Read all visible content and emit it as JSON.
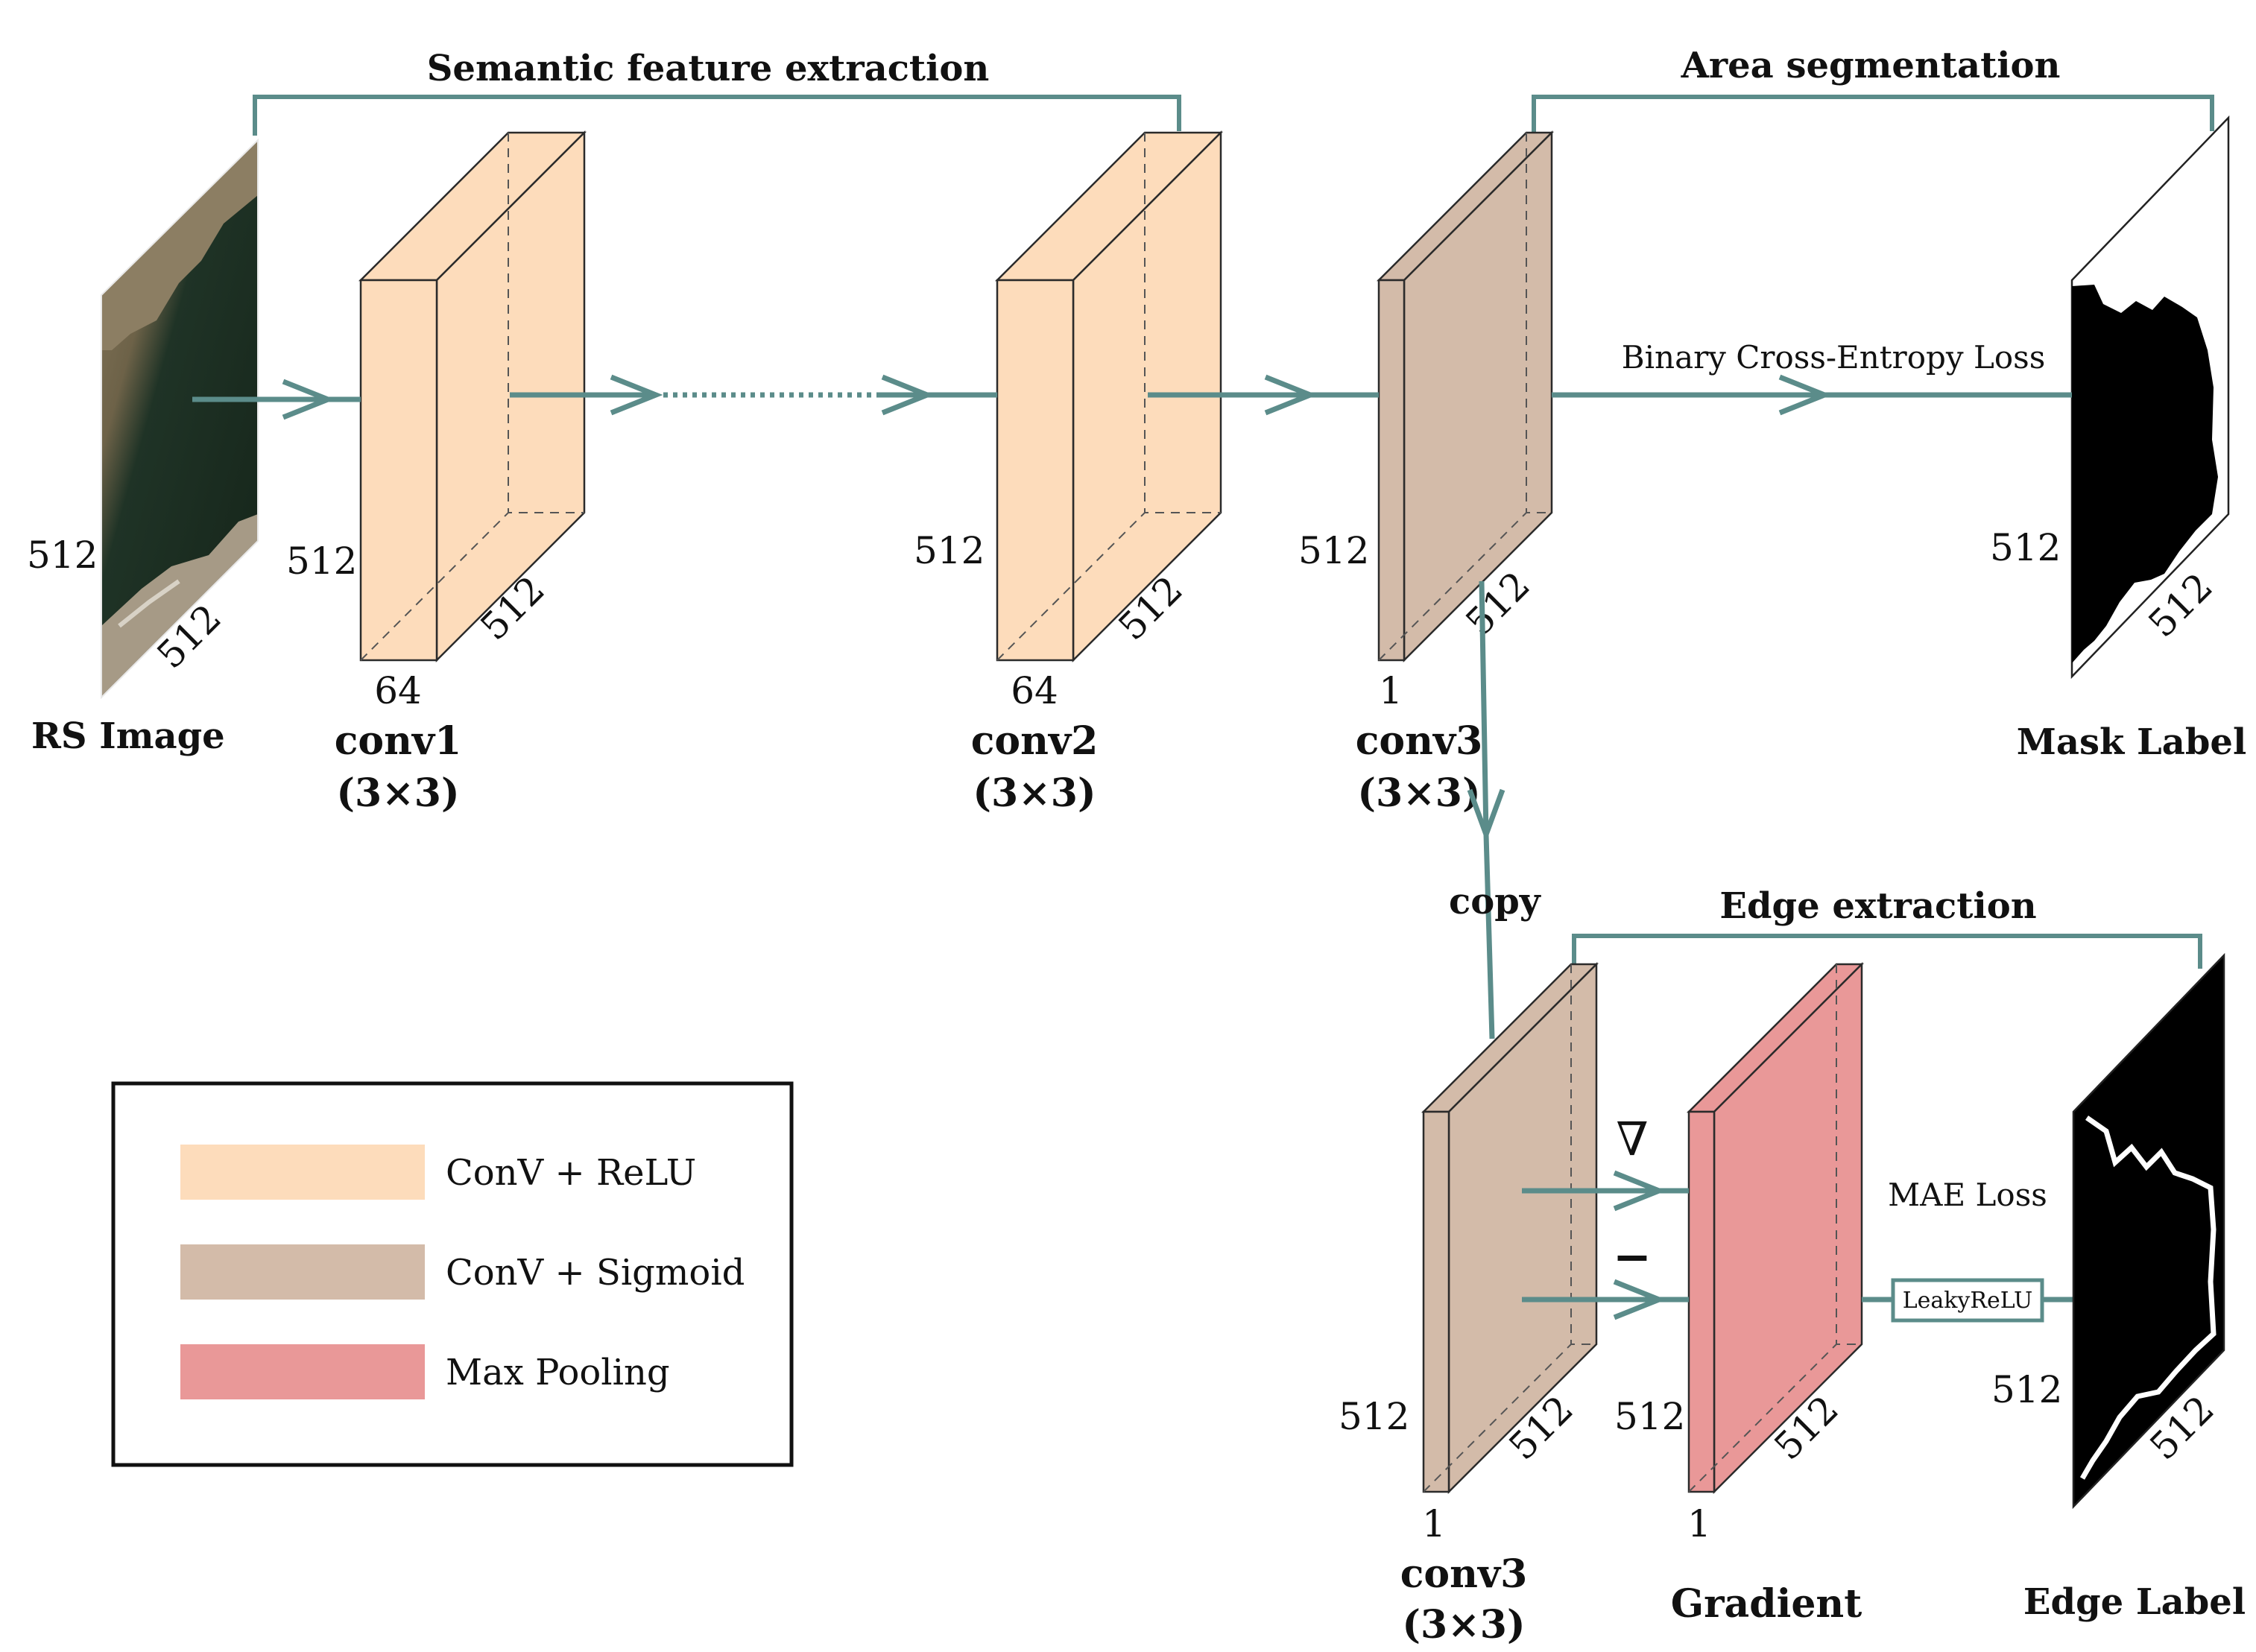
{
  "sections": {
    "semantic": "Semantic feature extraction",
    "area": "Area segmentation",
    "edge": "Edge extraction"
  },
  "inputs": {
    "rs_image": {
      "label": "RS Image",
      "height": "512",
      "width": "512"
    },
    "mask_label": {
      "label": "Mask Label",
      "height": "512",
      "width": "512"
    },
    "edge_label": {
      "label": "Edge Label",
      "height": "512",
      "width": "512"
    }
  },
  "layers": {
    "conv1": {
      "name": "conv1",
      "kernel": "(3×3)",
      "height": "512",
      "width": "512",
      "channels": "64"
    },
    "conv2": {
      "name": "conv2",
      "kernel": "(3×3)",
      "height": "512",
      "width": "512",
      "channels": "64"
    },
    "conv3": {
      "name": "conv3",
      "kernel": "(3×3)",
      "height": "512",
      "width": "512",
      "channels": "1"
    },
    "conv3_copy": {
      "name": "conv3",
      "kernel": "(3×3)",
      "height": "512",
      "width": "512",
      "channels": "1"
    },
    "gradient": {
      "name": "Gradient",
      "height": "512",
      "width": "512",
      "channels": "1"
    }
  },
  "operations": {
    "copy": "copy",
    "bce_loss": "Binary Cross-Entropy Loss",
    "mae_loss": "MAE Loss",
    "nabla": "∇",
    "minus": "−",
    "leaky_relu": "LeakyReLU"
  },
  "legend": [
    {
      "label": "ConV + ReLU",
      "color": "#fddcbb"
    },
    {
      "label": "ConV + Sigmoid",
      "color": "#d3bba9"
    },
    {
      "label": "Max Pooling",
      "color": "#e99898"
    }
  ],
  "colors": {
    "relu": "#fddcbb",
    "sigmoid": "#d3bba9",
    "pooling": "#e99898",
    "flow": "#5b8c8a"
  }
}
